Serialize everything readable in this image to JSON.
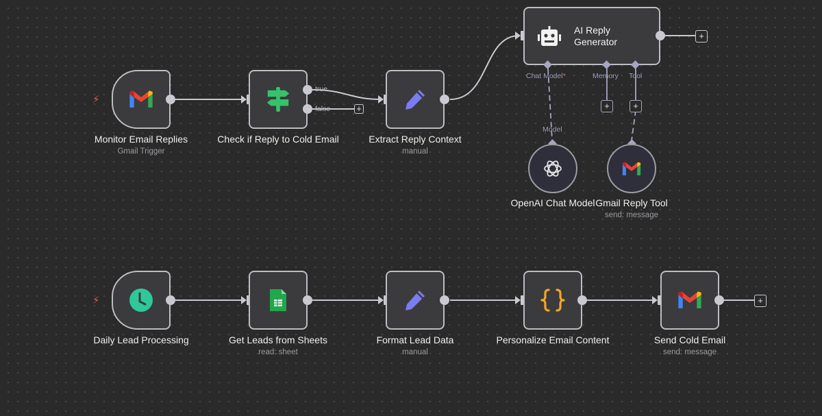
{
  "canvas": {
    "background": "#2a2a2b",
    "node_fill": "#3b3b3d",
    "node_border": "#bdbdc2"
  },
  "workflow_1": {
    "trigger_indicator_icon": "bolt-icon",
    "nodes": {
      "monitor": {
        "title": "Monitor Email Replies",
        "subtitle": "Gmail Trigger",
        "icon": "gmail-icon"
      },
      "check": {
        "title": "Check if Reply to Cold Email",
        "subtitle": "",
        "icon": "signpost-icon",
        "branch_true": "true",
        "branch_false": "false"
      },
      "extract": {
        "title": "Extract Reply Context",
        "subtitle": "manual",
        "icon": "pencil-icon"
      },
      "agent": {
        "title": "AI Reply Generator",
        "icon": "robot-icon",
        "inputs": {
          "chat_model": "Chat Model",
          "required_mark": "*",
          "memory": "Memory",
          "tool": "Tool"
        }
      },
      "openai": {
        "title": "OpenAI Chat Model",
        "subtitle": "",
        "icon": "openai-icon",
        "connection_label": "Model"
      },
      "gmail_tool": {
        "title": "Gmail Reply Tool",
        "subtitle": "send: message",
        "icon": "gmail-icon"
      }
    }
  },
  "workflow_2": {
    "trigger_indicator_icon": "bolt-icon",
    "nodes": {
      "daily": {
        "title": "Daily Lead Processing",
        "subtitle": "",
        "icon": "clock-icon"
      },
      "sheets": {
        "title": "Get Leads from Sheets",
        "subtitle": "read: sheet",
        "icon": "google-sheets-icon"
      },
      "format": {
        "title": "Format Lead Data",
        "subtitle": "manual",
        "icon": "pencil-icon"
      },
      "personalize": {
        "title": "Personalize Email Content",
        "subtitle": "",
        "icon": "code-braces-icon"
      },
      "send": {
        "title": "Send Cold Email",
        "subtitle": "send: message",
        "icon": "gmail-icon"
      }
    }
  },
  "add_button_symbol": "+"
}
